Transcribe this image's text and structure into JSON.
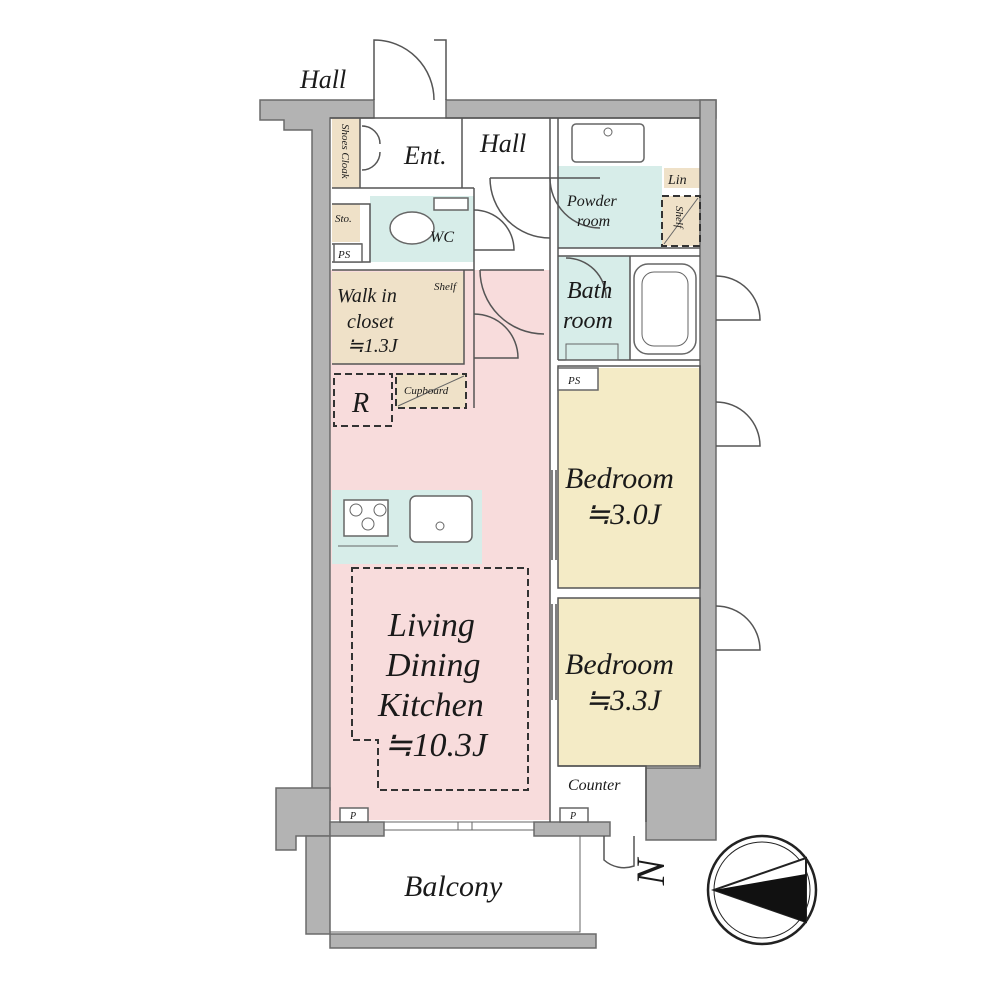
{
  "labels": {
    "hall_outside": "Hall",
    "shoes_cloak": "Shoes Cloak",
    "entrance": "Ent.",
    "hall": "Hall",
    "powder_room": [
      "Powder",
      "room"
    ],
    "linen": "Lin",
    "shelf_powder": "Shelf",
    "storage": "Sto.",
    "wc": "WC",
    "ps_top": "PS",
    "bath_room": [
      "Bath",
      "room"
    ],
    "walk_in_closet": [
      "Walk in",
      "closet",
      "≒1.3J"
    ],
    "shelf_closet": "Shelf",
    "refrigerator": "R",
    "cupboard": "Cupboard",
    "ps_mid": "PS",
    "bedroom_1": [
      "Bedroom",
      "≒3.0J"
    ],
    "bedroom_2": [
      "Bedroom",
      "≒3.3J"
    ],
    "ldk": [
      "Living",
      "Dining",
      "Kitchen",
      "≒10.3J"
    ],
    "counter": "Counter",
    "p_left": "P",
    "p_right": "P",
    "balcony": "Balcony",
    "compass_north": "N"
  },
  "colors": {
    "wall": "#b3b3b3",
    "ldk": "#f8dcdc",
    "bedroom": "#f4ebc6",
    "closet": "#efe1c8",
    "wet_area": "#d7ede9",
    "kitchen_counter": "#d7ede9"
  },
  "icons": {
    "compass": "north-arrow-compass-icon",
    "door": "swing-door-icon"
  }
}
